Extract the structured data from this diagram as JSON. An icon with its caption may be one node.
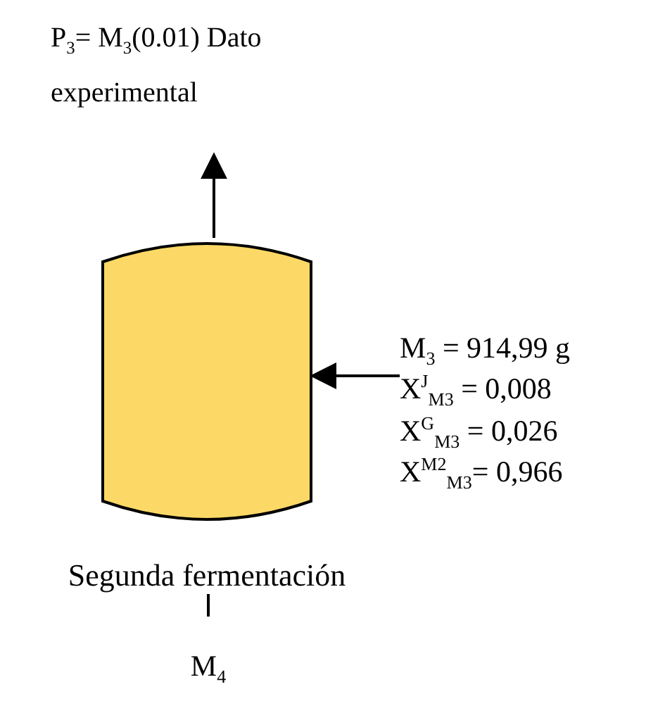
{
  "diagram": {
    "nodes": [
      {
        "text": [],
        "shape": "cylinder",
        "beside": [
          "Segunda fermentación"
        ]
      },
      {
        "text": [
          "P$_{3}$= M$_{3}$(0.01) Dato experimental"
        ]
      },
      {
        "text": [
          "M$_{3}$ = 914,99 g",
          "X$^{J}$$_{M3}$ = 0,008",
          "X$^{G}$$_{M3}$ = 0,026",
          "X$^{M2}$$_{M3}$= 0,966"
        ]
      },
      {
        "text": [
          "M$_{4}$"
        ]
      }
    ],
    "edges": [
      {
        "from": 0,
        "to": 1,
        "arrow": "to"
      },
      {
        "from": 2,
        "to": 0,
        "arrow": "to"
      },
      {
        "from": 0,
        "to": 3,
        "arrow": "none"
      }
    ]
  }
}
